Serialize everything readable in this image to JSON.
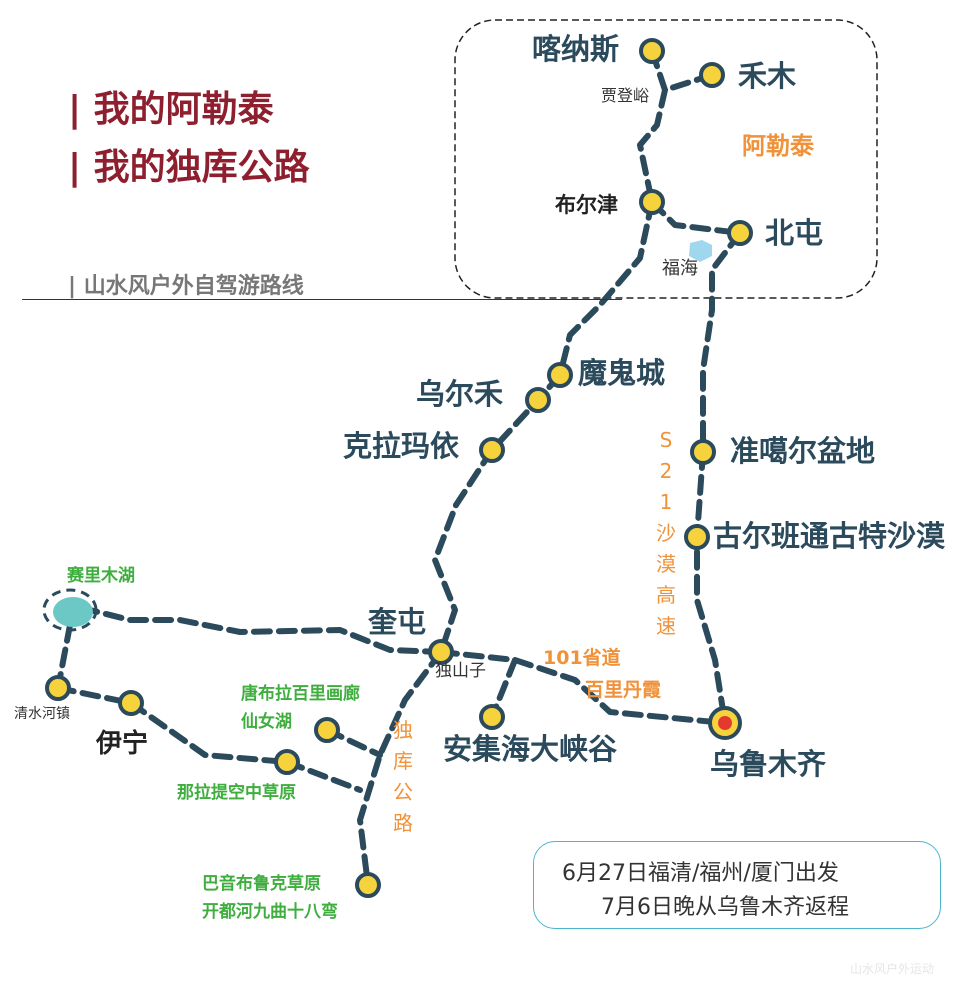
{
  "title_lines": [
    "| 我的阿勒泰",
    "| 我的独库公路"
  ],
  "subtitle": "| 山水风户外自驾游路线",
  "region_label": "阿勒泰",
  "places": {
    "kanas": "喀纳斯",
    "hemu": "禾木",
    "jiadengyu": "贾登峪",
    "burqin": "布尔津",
    "beitun": "北屯",
    "fuhai": "福海",
    "moguicheng": "魔鬼城",
    "wuerhe": "乌尔禾",
    "karamay": "克拉玛依",
    "junggar": "准噶尔盆地",
    "gurbantunggut": "古尔班通古特沙漠",
    "sayram": "赛里木湖",
    "kuitun": "奎屯",
    "dushanzi": "独山子",
    "qingshuihe": "清水河镇",
    "yining": "伊宁",
    "tangbula": "唐布拉百里画廊",
    "xiannvhu": "仙女湖",
    "nalati": "那拉提空中草原",
    "bayinbuluke": "巴音布鲁克草原",
    "kaiduhe": "开都河九曲十八弯",
    "anjihai": "安集海大峡谷",
    "urumqi": "乌鲁木齐"
  },
  "roads": {
    "s21": "S21沙漠高速",
    "duku": "独库公路",
    "provincial101": "101省道",
    "danxia": "百里丹霞"
  },
  "notes": [
    "6月27日福清/福州/厦门出发",
    "7月6日晚从乌鲁木齐返程"
  ],
  "watermark": "山水风户外运动",
  "colors": {
    "route": "#2b4a5c",
    "stop_fill": "#f6d33c",
    "destination": "#e43a2e",
    "title": "#8e1f2f",
    "green_label": "#3fae3f",
    "orange_label": "#f0923a",
    "lake": "#6cc8c4"
  }
}
